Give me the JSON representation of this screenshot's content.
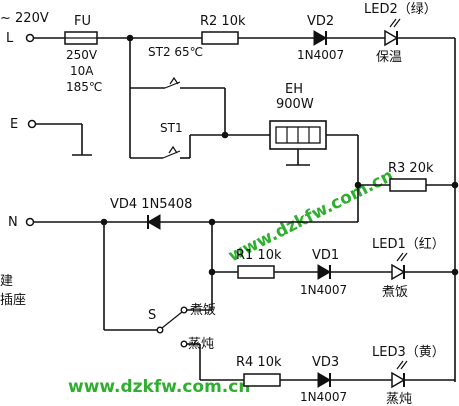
{
  "supply": {
    "voltage": "~ 220V",
    "l_terminal": "L",
    "e_terminal": "E",
    "n_terminal": "N"
  },
  "fuse": {
    "name": "FU",
    "rating_v": "250V",
    "rating_a": "10A",
    "rating_t": "185℃"
  },
  "thermostats": {
    "st2": "ST2 65℃",
    "st1": "ST1"
  },
  "heater": {
    "name": "EH",
    "power": "900W"
  },
  "resistors": {
    "r1": "R1 10k",
    "r2": "R2 10k",
    "r3": "R3 20k",
    "r4": "R4 10k"
  },
  "diodes": {
    "vd1": "VD1",
    "vd1_part": "1N4007",
    "vd2": "VD2",
    "vd2_part": "1N4007",
    "vd3": "VD3",
    "vd3_part": "1N4007",
    "vd4": "VD4 1N5408"
  },
  "leds": {
    "led1": "LED1（红）",
    "led1_mode": "煮饭",
    "led2": "LED2（绿）",
    "led2_mode": "保温",
    "led3": "LED3（黄）",
    "led3_mode": "蒸炖"
  },
  "switch": {
    "name": "S",
    "pos1": "煮饭",
    "pos2": "蒸炖"
  },
  "left_fragments": {
    "line1": "建",
    "line2": "插座"
  },
  "watermarks": {
    "wm1": "www.dzkfw.com.cn",
    "wm2": "www.dzkfw.com.cn"
  }
}
